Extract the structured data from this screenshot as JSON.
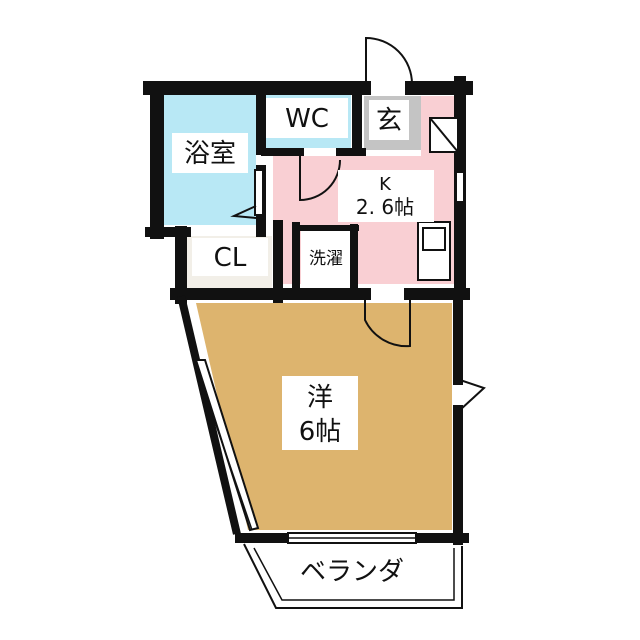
{
  "rooms": {
    "bath": "浴室",
    "wc": "WC",
    "entrance": "玄",
    "kitchen_name": "K",
    "kitchen_size": "2. 6帖",
    "closet": "CL",
    "laundry": "洗濯",
    "western_name": "洋",
    "western_size": "6帖",
    "veranda": "ベランダ"
  },
  "colors": {
    "bath": "#b8e8f5",
    "wc": "#b8e8f5",
    "kitchen": "#f9cfd3",
    "western": "#ddb46e",
    "entrance": "#c4c4c4",
    "closet": "#f2efe8",
    "wall": "#111111"
  }
}
